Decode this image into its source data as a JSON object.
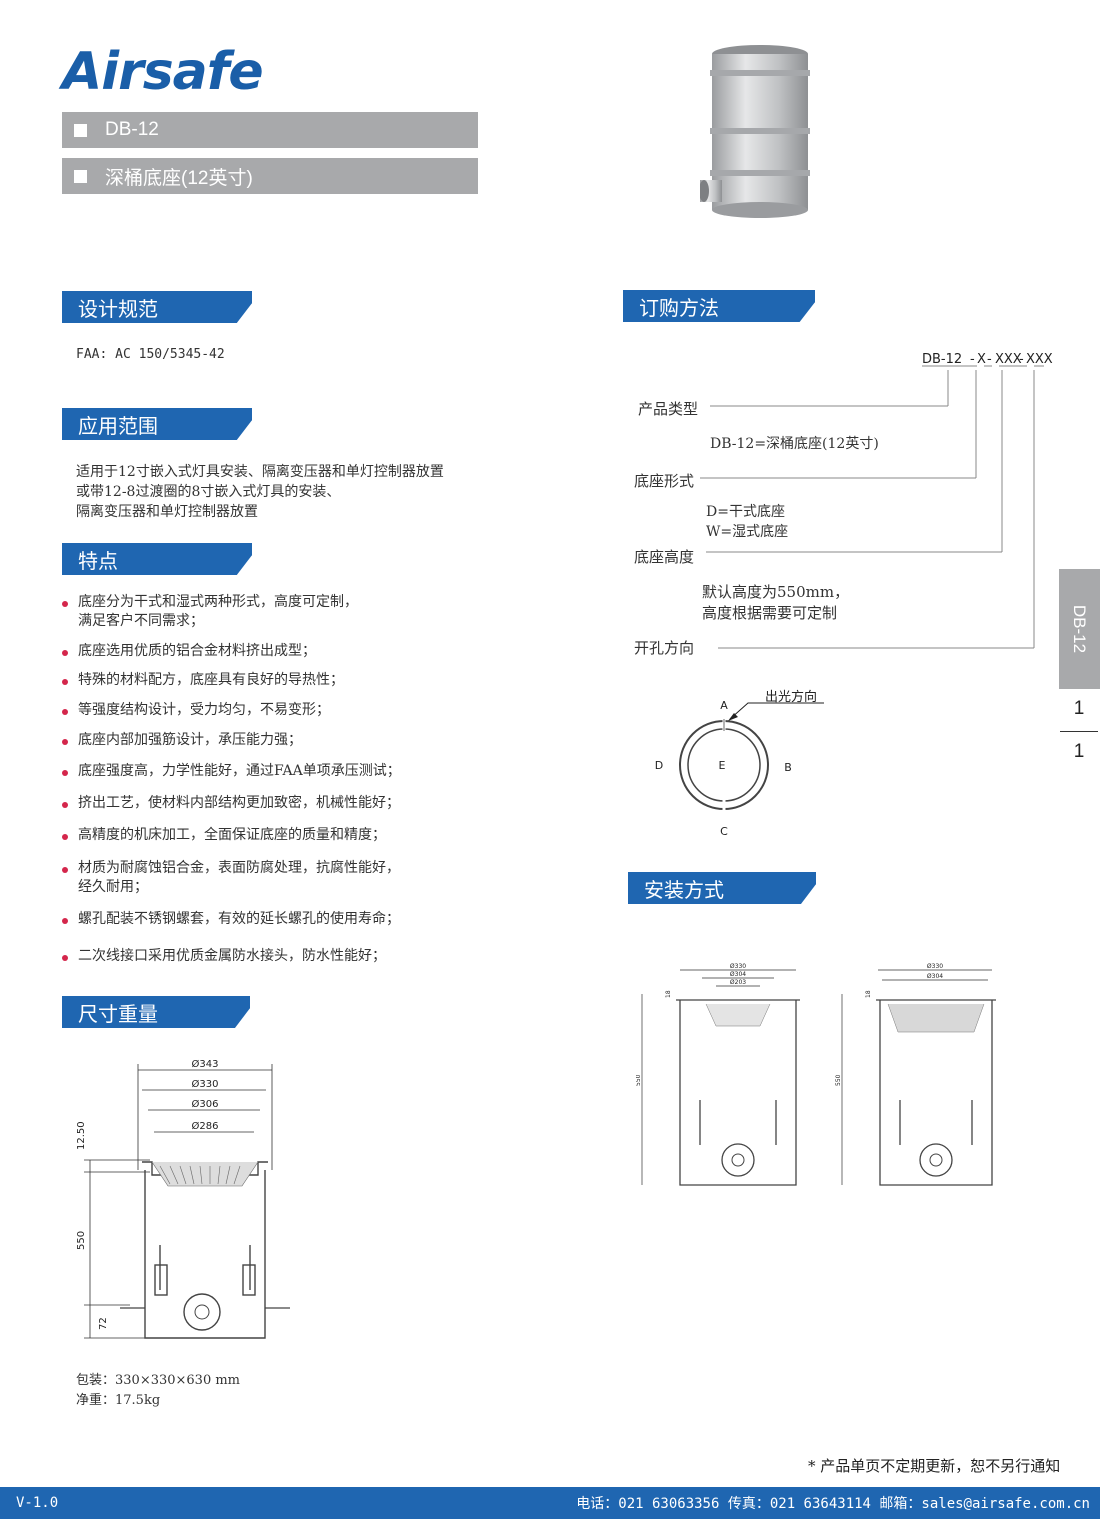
{
  "header": {
    "brand": "Airsafe",
    "model": "DB-12",
    "name": "深桶底座(12英寸)"
  },
  "sections": {
    "design": "设计规范",
    "application": "应用范围",
    "features": "特点",
    "dimensions": "尺寸重量",
    "ordering": "订购方法",
    "installation": "安装方式"
  },
  "design_spec": "FAA: AC 150/5345-42",
  "application_lines": [
    "适用于12寸嵌入式灯具安装、隔离变压器和单灯控制器放置",
    "或带12-8过渡圈的8寸嵌入式灯具的安装、",
    "隔离变压器和单灯控制器放置"
  ],
  "features": [
    [
      "底座分为干式和湿式两种形式，高度可定制，",
      "满足客户不同需求；"
    ],
    [
      "底座选用优质的铝合金材料挤出成型；"
    ],
    [
      "特殊的材料配方，底座具有良好的导热性；"
    ],
    [
      "等强度结构设计，受力均匀，不易变形；"
    ],
    [
      "底座内部加强筋设计，承压能力强；"
    ],
    [
      "底座强度高，力学性能好，通过FAA单项承压测试；"
    ],
    [
      "挤出工艺，使材料内部结构更加致密，机械性能好；"
    ],
    [
      "高精度的机床加工，全面保证底座的质量和精度；"
    ],
    [
      "材质为耐腐蚀铝合金，表面防腐处理，抗腐性能好，",
      "经久耐用；"
    ],
    [
      "螺孔配装不锈钢螺套，有效的延长螺孔的使用寿命；"
    ],
    [
      "二次线接口采用优质金属防水接头，防水性能好；"
    ]
  ],
  "dims": {
    "d1": "Ø343",
    "d2": "Ø330",
    "d3": "Ø306",
    "d4": "Ø286",
    "h1": "12.50",
    "h2": "550",
    "h3": "72"
  },
  "packing": "包装：330×330×630 mm",
  "weight": "净重：17.5kg",
  "order": {
    "code_parts": [
      "DB-12",
      "X",
      "XXX",
      "XXX"
    ],
    "product_type": "产品类型",
    "product_type_value": "DB-12=深桶底座(12英寸)",
    "base_form": "底座形式",
    "base_form_values": [
      "D=干式底座",
      "W=湿式底座"
    ],
    "base_height": "底座高度",
    "base_height_values": [
      "默认高度为550mm，",
      "高度根据需要可定制"
    ],
    "hole_dir": "开孔方向",
    "light_dir": "出光方向",
    "dirs": {
      "a": "A",
      "b": "B",
      "c": "C",
      "d": "D",
      "e": "E"
    }
  },
  "install": {
    "l_d1": "Ø330",
    "l_d2": "Ø304",
    "l_d3": "Ø203",
    "l_h1": "18",
    "l_h2": "550",
    "r_d1": "Ø330",
    "r_d2": "Ø304",
    "r_h1": "18",
    "r_h2": "550"
  },
  "sidebar": {
    "code": "DB-12",
    "page": "1",
    "total": "1"
  },
  "notice": "* 产品单页不定期更新，恕不另行通知",
  "footer": {
    "version": "V-1.0",
    "contact": "电话：021 63063356 传真：021 63643114 邮箱：sales@airsafe.com.cn"
  }
}
